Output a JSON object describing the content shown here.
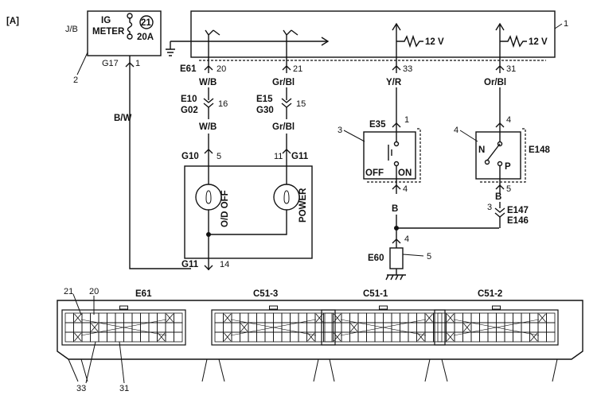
{
  "figure_label": "[A]",
  "jb": {
    "label": "J/B",
    "fuse_name_line1": "IG",
    "fuse_name_line2": "METER",
    "fuse_number": "21",
    "fuse_rating": "20A",
    "connector": "G17",
    "pin": "1",
    "callout": "2"
  },
  "ecu": {
    "callout": "1",
    "supply_voltage_1": "12 V",
    "supply_voltage_2": "12 V",
    "connector": "E61",
    "pin_a": "20",
    "pin_b": "21",
    "pin_c": "33",
    "pin_d": "31"
  },
  "wires": {
    "bw": "B/W",
    "wb_1": "W/B",
    "wb_2": "W/B",
    "grbl_1": "Gr/Bl",
    "grbl_2": "Gr/Bl",
    "yr": "Y/R",
    "orbl": "Or/Bl",
    "b_1": "B",
    "b_2": "B"
  },
  "junctions": {
    "e10": "E10",
    "g02": "G02",
    "e10_pin": "16",
    "e15": "E15",
    "g30": "G30",
    "e15_pin": "15",
    "e147": "E147",
    "e146": "E146",
    "e147_pin": "3"
  },
  "meter": {
    "g10": "G10",
    "g10_pin": "5",
    "g11_top": "G11",
    "g11_top_pin": "11",
    "lamp_1": "O/D OFF",
    "lamp_2": "POWER",
    "g11_bottom": "G11",
    "g11_bottom_pin": "14"
  },
  "switch_3": {
    "callout": "3",
    "connector": "E35",
    "pin_top": "1",
    "pin_bottom": "4",
    "off_label": "OFF",
    "on_label": "ON"
  },
  "switch_4": {
    "callout": "4",
    "connector": "E148",
    "pin_top": "4",
    "pin_bottom": "5",
    "n_label": "N",
    "p_label": "P"
  },
  "ground": {
    "connector": "E60",
    "pin": "4",
    "callout": "5"
  },
  "connectors_view": {
    "label_1": "E61",
    "label_2": "C51-3",
    "label_3": "C51-1",
    "label_4": "C51-2",
    "pin_21": "21",
    "pin_20": "20",
    "pin_33": "33",
    "pin_31": "31"
  }
}
